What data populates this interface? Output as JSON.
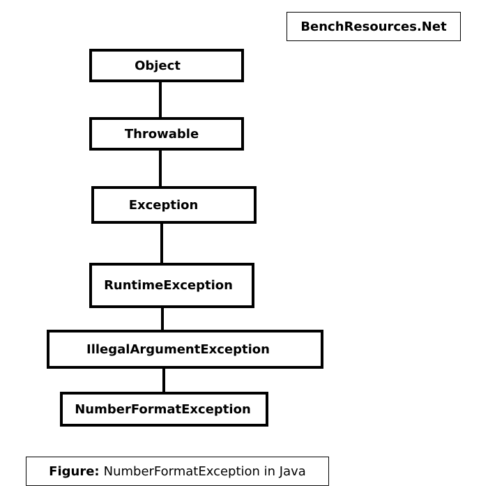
{
  "brand": "BenchResources.Net",
  "hierarchy": [
    "Object",
    "Throwable",
    "Exception",
    "RuntimeException",
    "IllegalArgumentException",
    "NumberFormatException"
  ],
  "caption": {
    "label": "Figure:",
    "text": "NumberFormatException in Java"
  }
}
